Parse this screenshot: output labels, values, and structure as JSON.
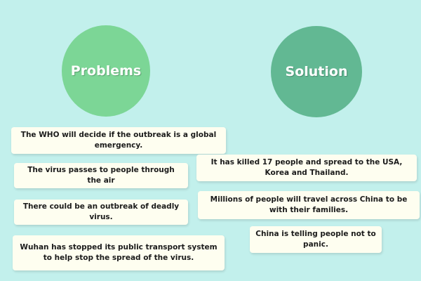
{
  "colors": {
    "background": "#c2f0ec",
    "problems_circle": "#7cd696",
    "solution_circle": "#62b893",
    "card": "#fefef0"
  },
  "problems": {
    "title": "Problems",
    "cards": [
      "The WHO will decide if the outbreak is a global emergency.",
      "The virus passes to people through the air",
      "There could be an outbreak of deadly virus.",
      "Wuhan has stopped its public transport system to help stop the spread of the virus."
    ]
  },
  "solution": {
    "title": "Solution",
    "cards": [
      "It has killed 17 people and spread to the USA, Korea and Thailand.",
      "Millions of people will travel across China to be with their families.",
      "China is telling people not to panic."
    ]
  }
}
